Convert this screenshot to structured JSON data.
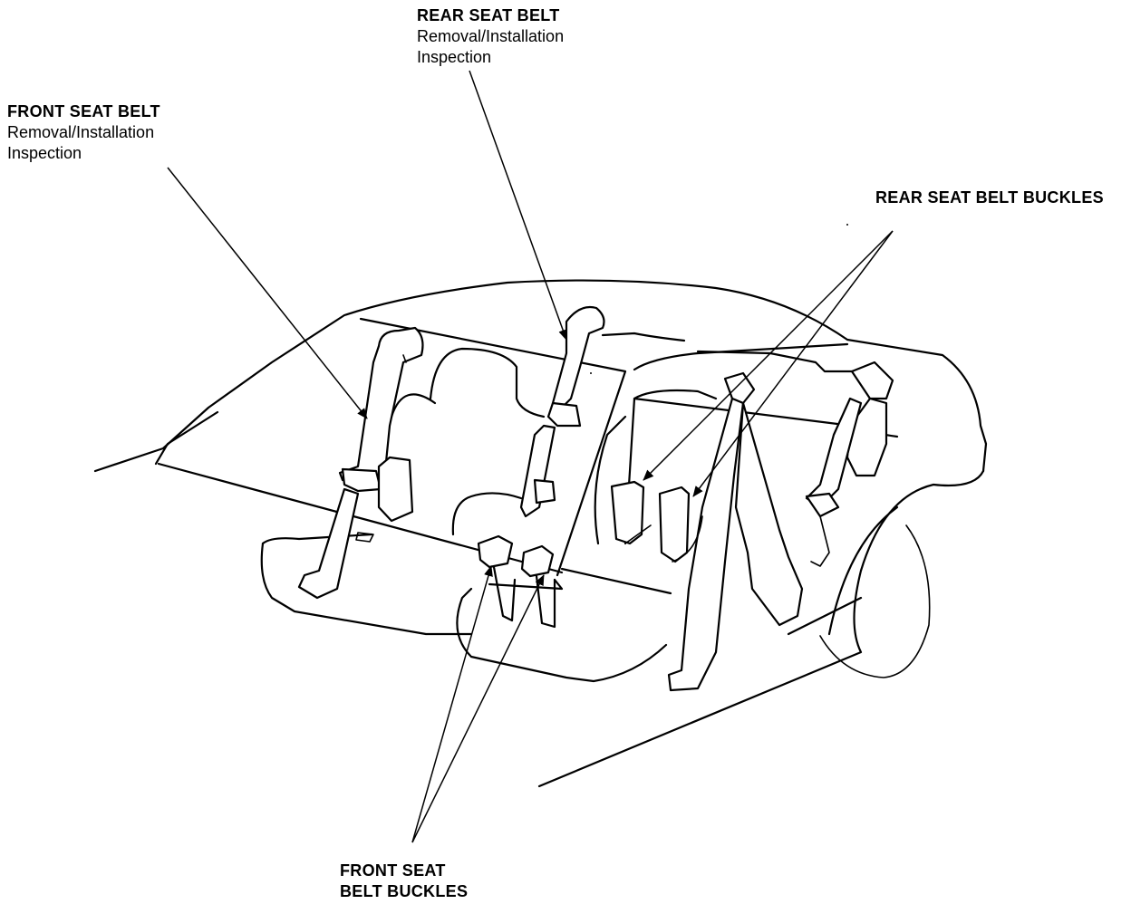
{
  "labels": {
    "rear_seat_belt": {
      "title": "REAR SEAT BELT",
      "line1": "Removal/Installation",
      "line2": "Inspection"
    },
    "front_seat_belt": {
      "title": "FRONT SEAT BELT",
      "line1": "Removal/Installation",
      "line2": "Inspection"
    },
    "rear_seat_belt_buckles": {
      "title": "REAR SEAT BELT BUCKLES"
    },
    "front_seat_belt_buckles": {
      "line1": "FRONT SEAT",
      "line2": "BELT BUCKLES"
    }
  }
}
